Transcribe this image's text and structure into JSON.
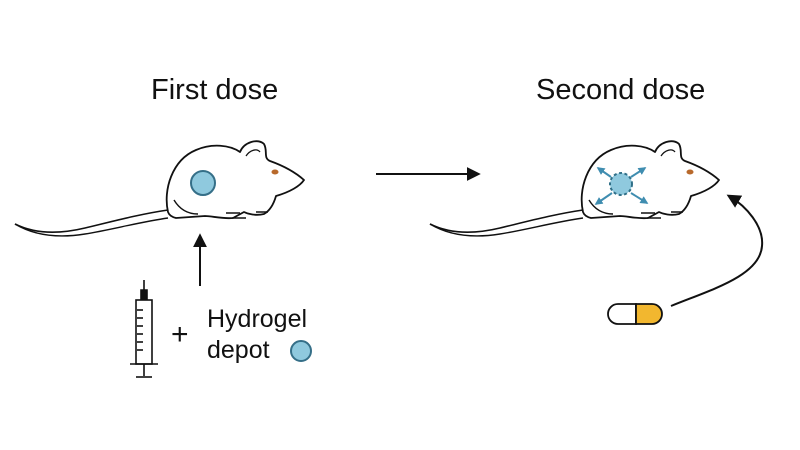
{
  "panels": {
    "first": {
      "title": "First dose"
    },
    "second": {
      "title": "Second dose"
    }
  },
  "injection": {
    "plus": "+",
    "depot_label_line1": "Hydrogel",
    "depot_label_line2": "depot"
  },
  "icons": {
    "syringe": "syringe-icon",
    "hydrogel_depot": "hydrogel-depot-icon",
    "capsule": "capsule-icon",
    "mouse": "mouse-icon"
  },
  "colors": {
    "depot_fill": "#8fc9de",
    "depot_outline": "#356f88",
    "release_arrows": "#3f8db0",
    "capsule_fill": "#f2b72f",
    "eye": "#b8692b",
    "line": "#111111"
  }
}
